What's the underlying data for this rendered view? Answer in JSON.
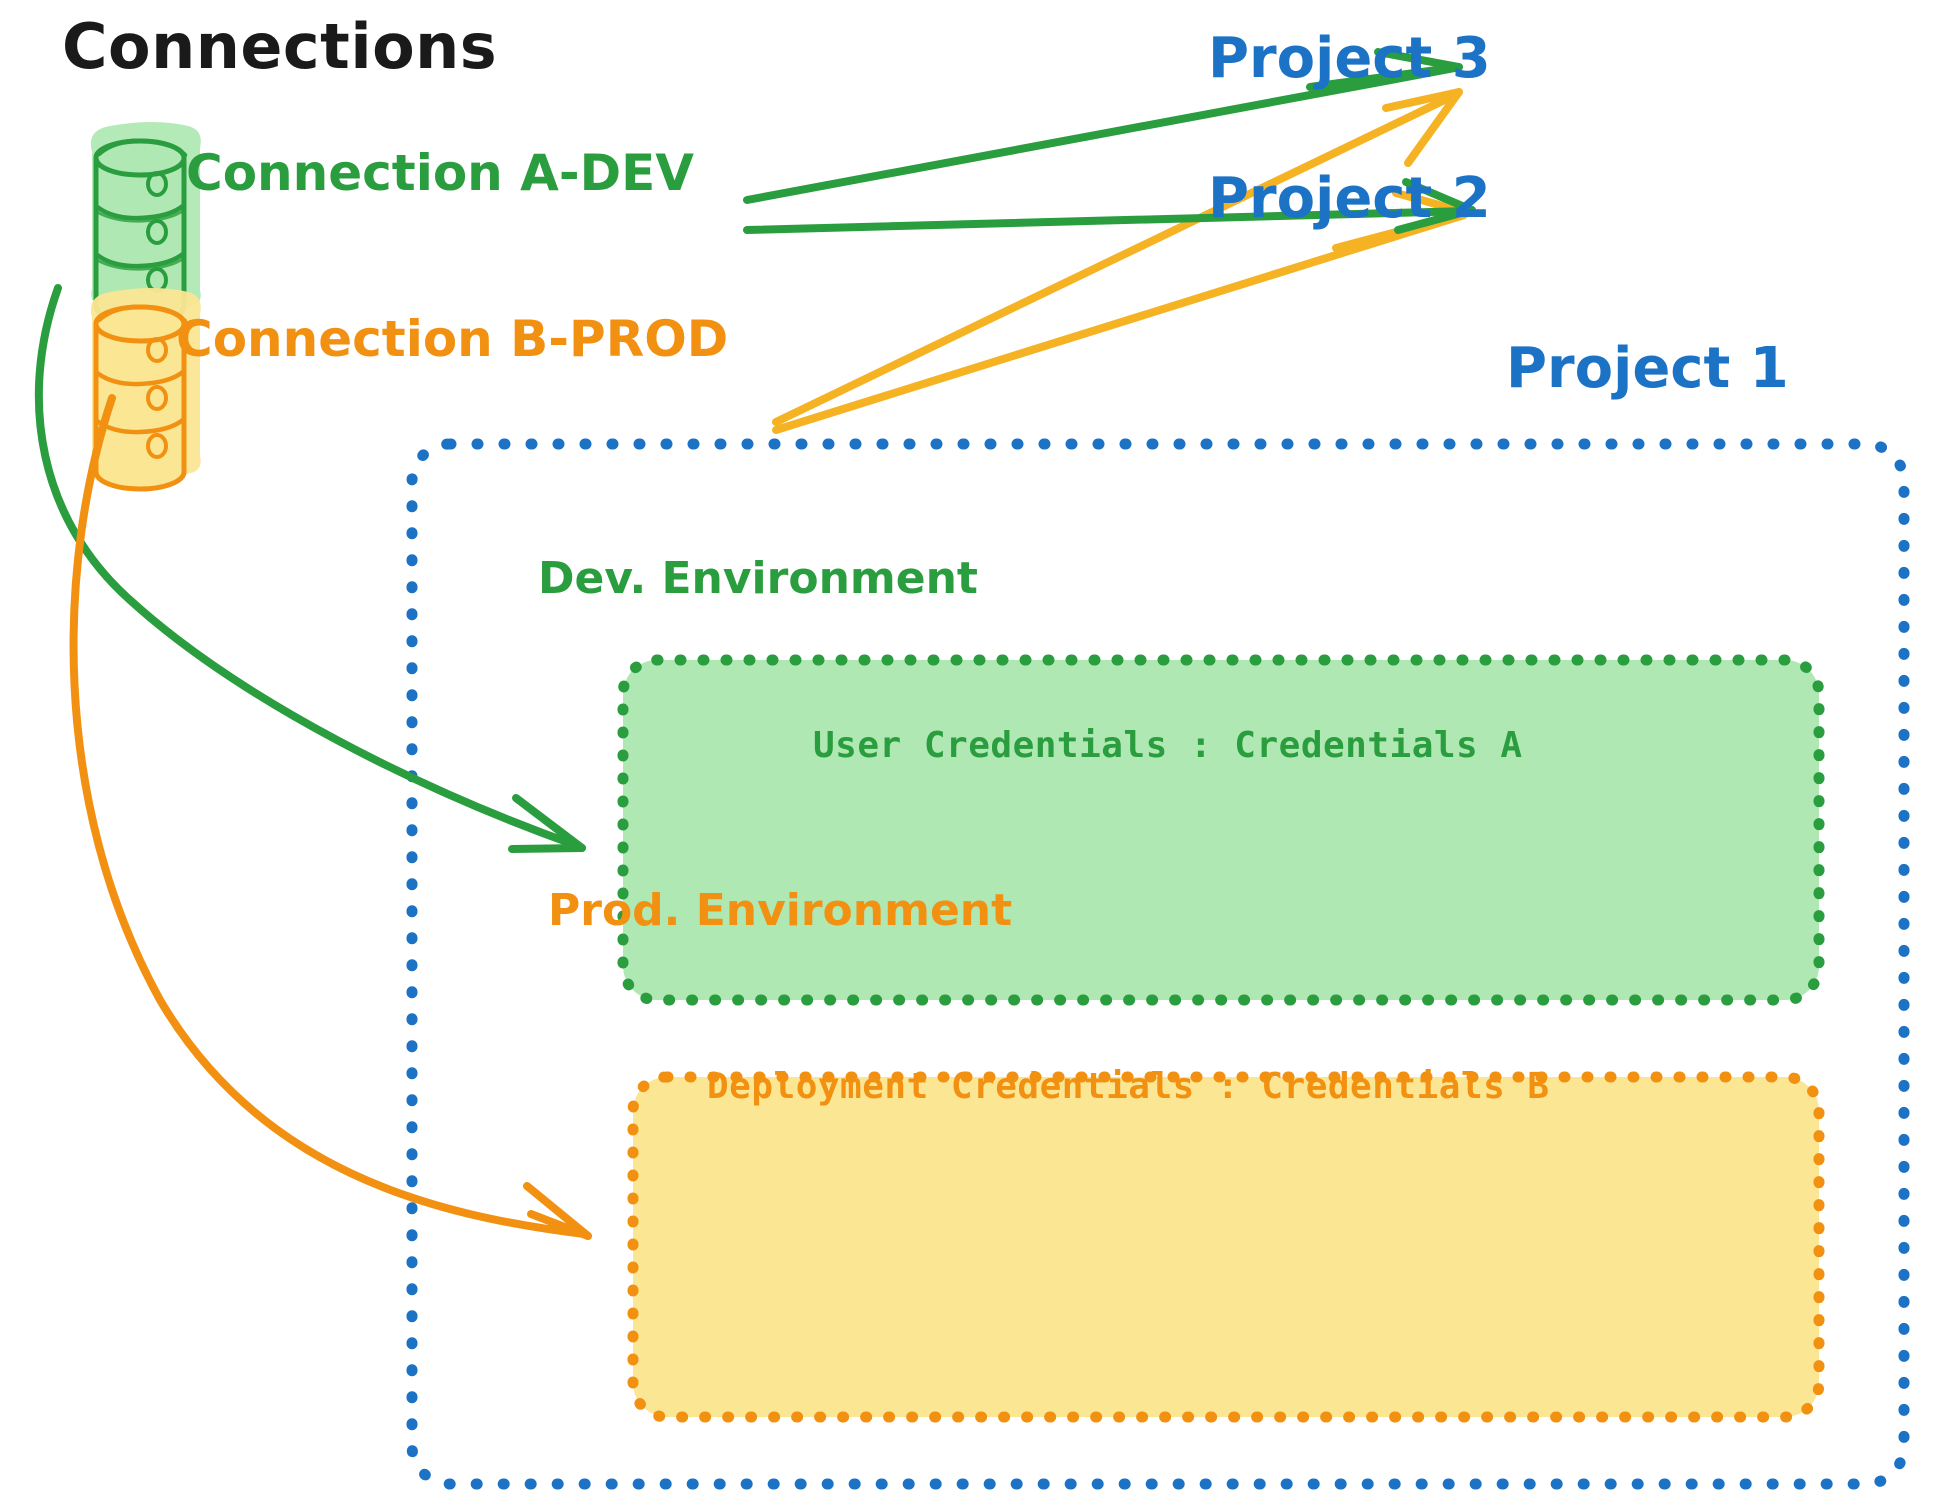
{
  "diagram": {
    "title": "Connections",
    "colors": {
      "green": "#2a9d3f",
      "green_fill": "#b0e8b4",
      "orange": "#f29111",
      "orange_fill": "#fbe694",
      "blue": "#1c72c4",
      "black": "#1a1a1a",
      "background": "#ffffff"
    },
    "connections": [
      {
        "id": "a",
        "label": "Connection A-DEV",
        "color": "#2a9d3f",
        "icon": "database-cylinder-icon"
      },
      {
        "id": "b",
        "label": "Connection B-PROD",
        "color": "#f29111",
        "icon": "database-cylinder-icon"
      }
    ],
    "projects": [
      {
        "id": "p3",
        "label": "Project 3"
      },
      {
        "id": "p2",
        "label": "Project 2"
      },
      {
        "id": "p1",
        "label": "Project 1"
      }
    ],
    "project_1": {
      "label": "Project 1",
      "environments": [
        {
          "id": "dev",
          "title": "Dev. Environment",
          "credential_label": "User Credentials",
          "credential_separator": ":",
          "credential_value": "Credentials A",
          "credential_line": "User Credentials : Credentials A",
          "color": "#2a9d3f",
          "fill": "#b0e8b4"
        },
        {
          "id": "prod",
          "title": "Prod. Environment",
          "credential_label": "Deployment Credentials",
          "credential_separator": ":",
          "credential_value": "Credentials B",
          "credential_line": "Deployment Credentials : Credentials B",
          "color": "#f29111",
          "fill": "#fbe694"
        }
      ]
    },
    "edges": [
      {
        "id": "a-to-p3",
        "from": "Connection A-DEV",
        "to": "Project 3",
        "color": "#2a9d3f",
        "style": "straight-arrow"
      },
      {
        "id": "a-to-p2",
        "from": "Connection A-DEV",
        "to": "Project 2",
        "color": "#2a9d3f",
        "style": "straight-arrow"
      },
      {
        "id": "b-to-p3",
        "from": "Connection B-PROD",
        "to": "Project 3",
        "color": "#f5b323",
        "style": "straight-arrow"
      },
      {
        "id": "b-to-p2",
        "from": "Connection B-PROD",
        "to": "Project 2",
        "color": "#f5b323",
        "style": "straight-arrow"
      },
      {
        "id": "a-to-dev",
        "from": "Connection A-DEV",
        "to": "Dev. Environment",
        "color": "#2a9d3f",
        "style": "curved-arrow"
      },
      {
        "id": "b-to-prod",
        "from": "Connection B-PROD",
        "to": "Prod. Environment",
        "color": "#f29111",
        "style": "curved-arrow"
      }
    ]
  }
}
